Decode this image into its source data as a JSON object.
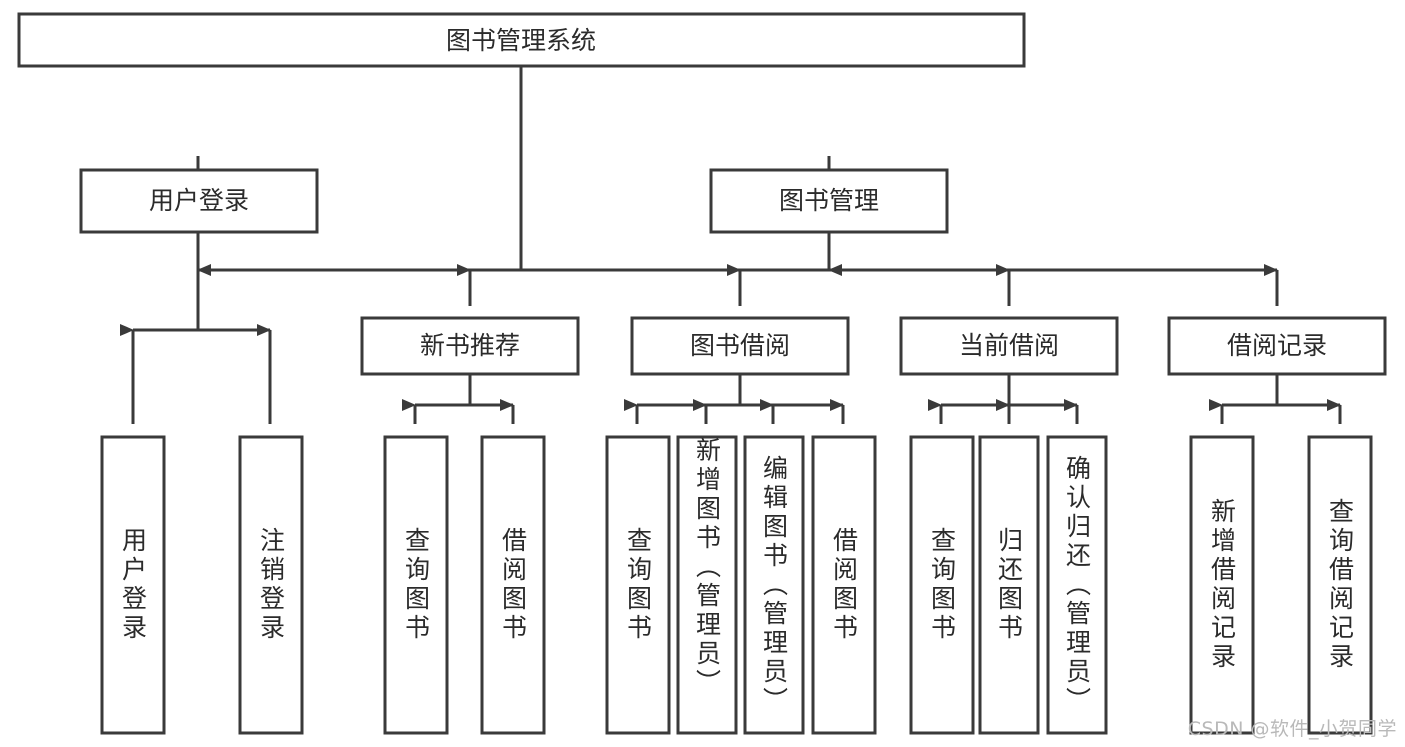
{
  "diagram": {
    "type": "tree-flowchart",
    "title": "图书管理系统",
    "watermark": "CSDN @软件_小贺同学",
    "colors": {
      "stroke": "#3a3a3a",
      "fill": "#ffffff",
      "text": "#2b2b2b",
      "watermark": "#b9b9b9",
      "background": "#ffffff"
    },
    "levels": {
      "root": {
        "label": "图书管理系统",
        "orientation": "horizontal"
      },
      "level2": [
        {
          "label": "用户登录",
          "orientation": "horizontal"
        },
        {
          "label": "图书管理",
          "orientation": "horizontal"
        }
      ],
      "level3": [
        {
          "label": "新书推荐",
          "orientation": "horizontal",
          "parent": "图书管理"
        },
        {
          "label": "图书借阅",
          "orientation": "horizontal",
          "parent": "图书管理"
        },
        {
          "label": "当前借阅",
          "orientation": "horizontal",
          "parent": "图书管理"
        },
        {
          "label": "借阅记录",
          "orientation": "horizontal",
          "parent": "图书管理"
        }
      ],
      "leaves": [
        {
          "label": "用户登录",
          "orientation": "vertical",
          "parent": "用户登录"
        },
        {
          "label": "注销登录",
          "orientation": "vertical",
          "parent": "用户登录"
        },
        {
          "label": "查询图书",
          "orientation": "vertical",
          "parent": "新书推荐"
        },
        {
          "label": "借阅图书",
          "orientation": "vertical",
          "parent": "新书推荐"
        },
        {
          "label": "查询图书",
          "orientation": "vertical",
          "parent": "图书借阅"
        },
        {
          "label": "新增图书（管理员）",
          "orientation": "vertical",
          "parent": "图书借阅"
        },
        {
          "label": "编辑图书（管理员）",
          "orientation": "vertical",
          "parent": "图书借阅"
        },
        {
          "label": "借阅图书",
          "orientation": "vertical",
          "parent": "图书借阅"
        },
        {
          "label": "查询图书",
          "orientation": "vertical",
          "parent": "当前借阅"
        },
        {
          "label": "归还图书",
          "orientation": "vertical",
          "parent": "当前借阅"
        },
        {
          "label": "确认归还（管理员）",
          "orientation": "vertical",
          "parent": "当前借阅"
        },
        {
          "label": "新增借阅记录",
          "orientation": "vertical",
          "parent": "借阅记录"
        },
        {
          "label": "查询借阅记录",
          "orientation": "vertical",
          "parent": "借阅记录"
        }
      ]
    }
  }
}
